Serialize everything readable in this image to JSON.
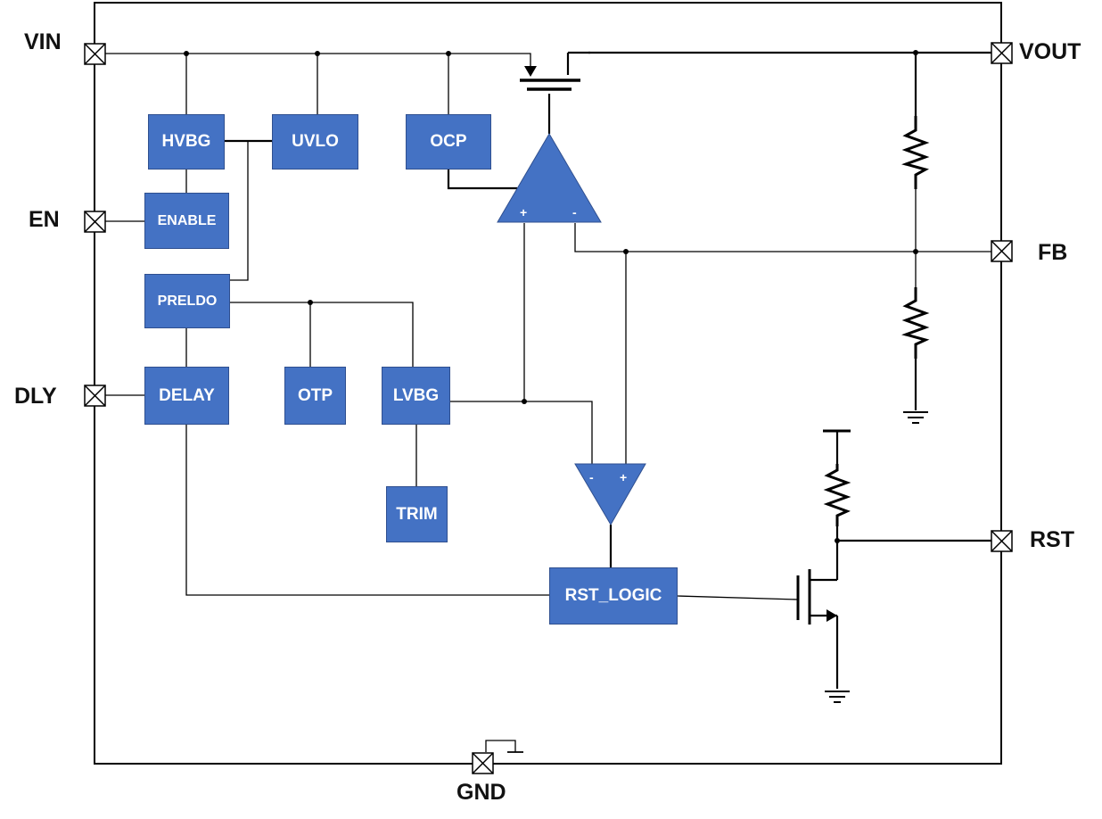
{
  "pins": {
    "vin": "VIN",
    "en": "EN",
    "dly": "DLY",
    "vout": "VOUT",
    "fb": "FB",
    "rst": "RST",
    "gnd": "GND"
  },
  "blocks": {
    "hvbg": "HVBG",
    "uvlo": "UVLO",
    "ocp": "OCP",
    "enable": "ENABLE",
    "preldo": "PRELDO",
    "delay": "DELAY",
    "otp": "OTP",
    "lvbg": "LVBG",
    "trim": "TRIM",
    "rst_logic": "RST_LOGIC"
  },
  "amplifiers": {
    "error_amp": {
      "plus": "+",
      "minus": "-"
    },
    "comparator": {
      "plus": "+",
      "minus": "-"
    }
  },
  "colors": {
    "block_fill": "#4472c4",
    "block_text": "#ffffff",
    "wire": "#000000"
  }
}
